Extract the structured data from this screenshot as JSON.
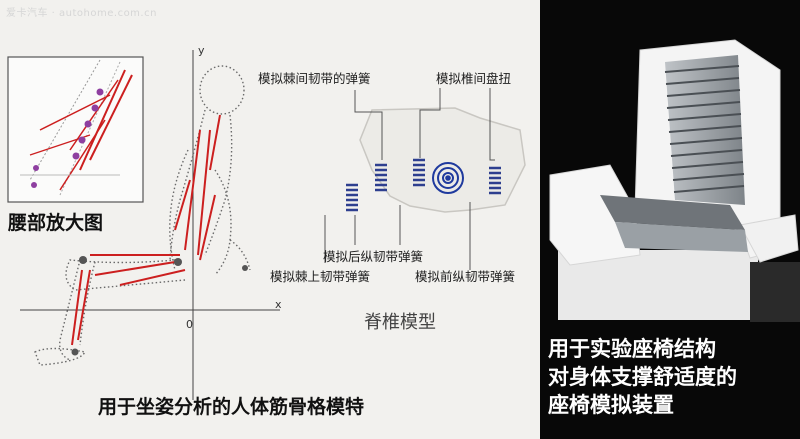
{
  "watermark": "爱卡汽车 · autohome.com.cn",
  "labels": {
    "lumbar_zoom": "腰部放大图",
    "interspinous_ligament": "模拟棘间韧带的弹簧",
    "intervertebral_disc": "模拟椎间盘扭",
    "posterior_ligament": "模拟后纵韧带弹簧",
    "supraspinous_ligament": "模拟棘上韧带弹簧",
    "anterior_ligament": "模拟前纵韧带弹簧",
    "spine_model": "脊椎模型",
    "left_caption": "用于坐姿分析的人体筋骨格模特"
  },
  "axes": {
    "x": "x",
    "y": "y",
    "origin": "0"
  },
  "right_caption": {
    "line1": "用于实验座椅结构",
    "line2": "对身体支撑舒适度的",
    "line3": "座椅模拟装置"
  },
  "colors": {
    "muscle": "#cc1f1f",
    "spring": "#2e3f8f",
    "disc": "#1f3a9e",
    "seat_bg": "#080808"
  }
}
